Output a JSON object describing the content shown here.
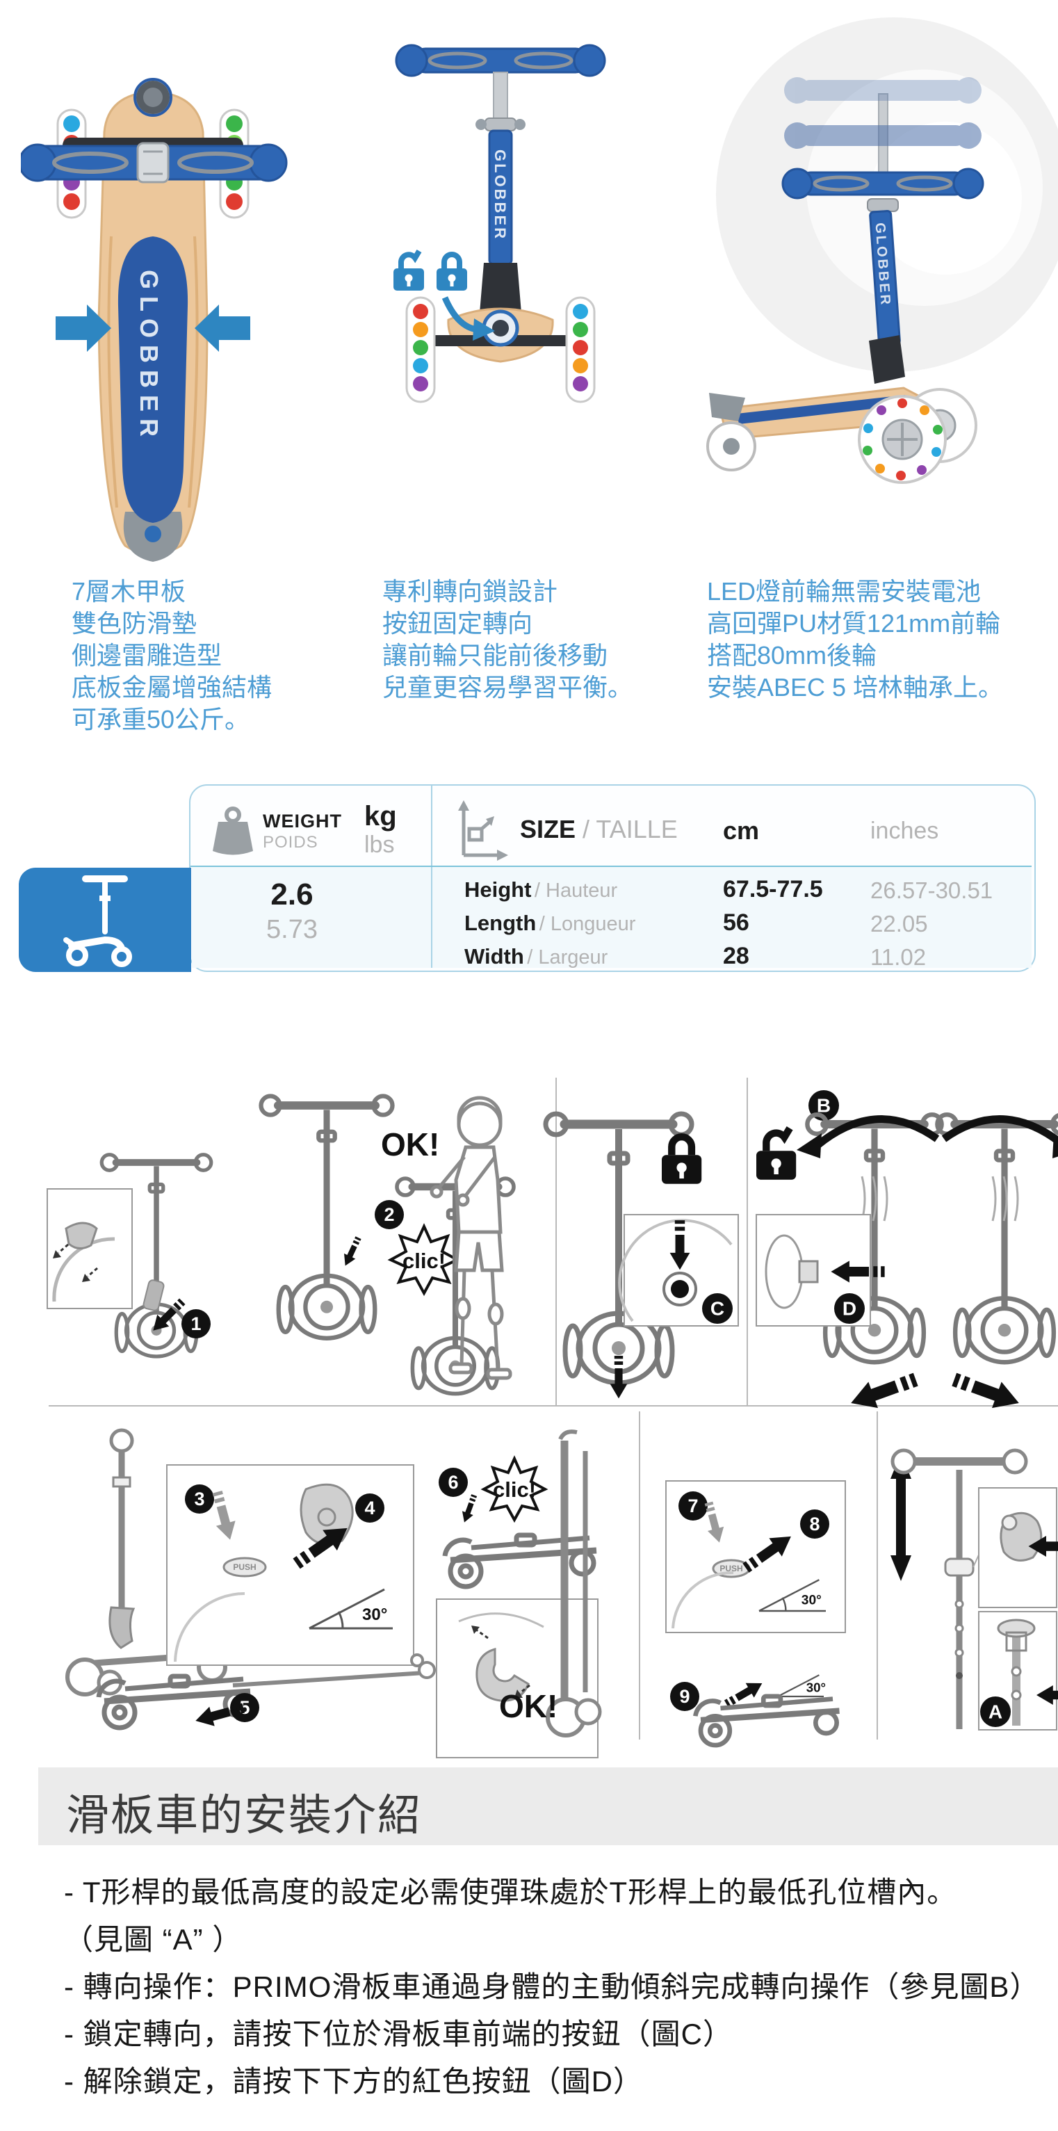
{
  "brand": "GLOBBER",
  "colors": {
    "accent_blue": "#2e86c1",
    "feature_text_blue": "#4d9dd4",
    "table_blue": "#2e80c3",
    "deck_wood": "#ecc79b",
    "grip_navy": "#2b5aa6"
  },
  "features": {
    "deck": [
      "7層木甲板",
      "雙色防滑墊",
      "側邊雷雕造型",
      "底板金屬增強結構",
      "可承重50公斤。"
    ],
    "steering": [
      "專利轉向鎖設計",
      "按鈕固定轉向",
      "讓前輪只能前後移動",
      "兒童更容易學習平衡。"
    ],
    "wheels": [
      "LED燈前輪無需安裝電池",
      "高回彈PU材質121mm前輪",
      "搭配80mm後輪",
      "安裝ABEC 5 培林軸承上。"
    ]
  },
  "spec_table": {
    "weight": {
      "label": "WEIGHT",
      "label_fr": "POIDS",
      "unit_top": "kg",
      "unit_bottom": "lbs",
      "value_kg": "2.6",
      "value_lbs": "5.73"
    },
    "size": {
      "label": "SIZE",
      "label_fr": "/ TAILLE",
      "col_metric": "cm",
      "col_imperial": "inches",
      "rows": [
        {
          "en": "Height",
          "fr": "/ Hauteur",
          "cm": "67.5-77.5",
          "inches": "26.57-30.51"
        },
        {
          "en": "Length",
          "fr": "/ Longueur",
          "cm": "56",
          "inches": "22.05"
        },
        {
          "en": "Width",
          "fr": "/ Largeur",
          "cm": "28",
          "inches": "11.02"
        }
      ]
    }
  },
  "diagrams": {
    "ok": "OK!",
    "clic": "clic!",
    "deg30": "30°",
    "push": "PUSH",
    "steps": {
      "n1": "1",
      "n2": "2",
      "n3": "3",
      "n4": "4",
      "n5": "5",
      "n6": "6",
      "n7": "7",
      "n8": "8",
      "n9": "9"
    },
    "letters": {
      "a": "A",
      "b": "B",
      "c": "C",
      "d": "D"
    }
  },
  "install": {
    "title": "滑板車的安裝介紹",
    "bullets": [
      "- T形桿的最低高度的設定必需使彈珠處於T形桿上的最低孔位槽內。",
      "（見圖 “A” ）",
      "- 轉向操作：PRIMO滑板車通過身體的主動傾斜完成轉向操作（參見圖B）",
      "- 鎖定轉向，請按下位於滑板車前端的按鈕（圖C）",
      "- 解除鎖定，請按下下方的紅色按鈕（圖D）"
    ]
  }
}
